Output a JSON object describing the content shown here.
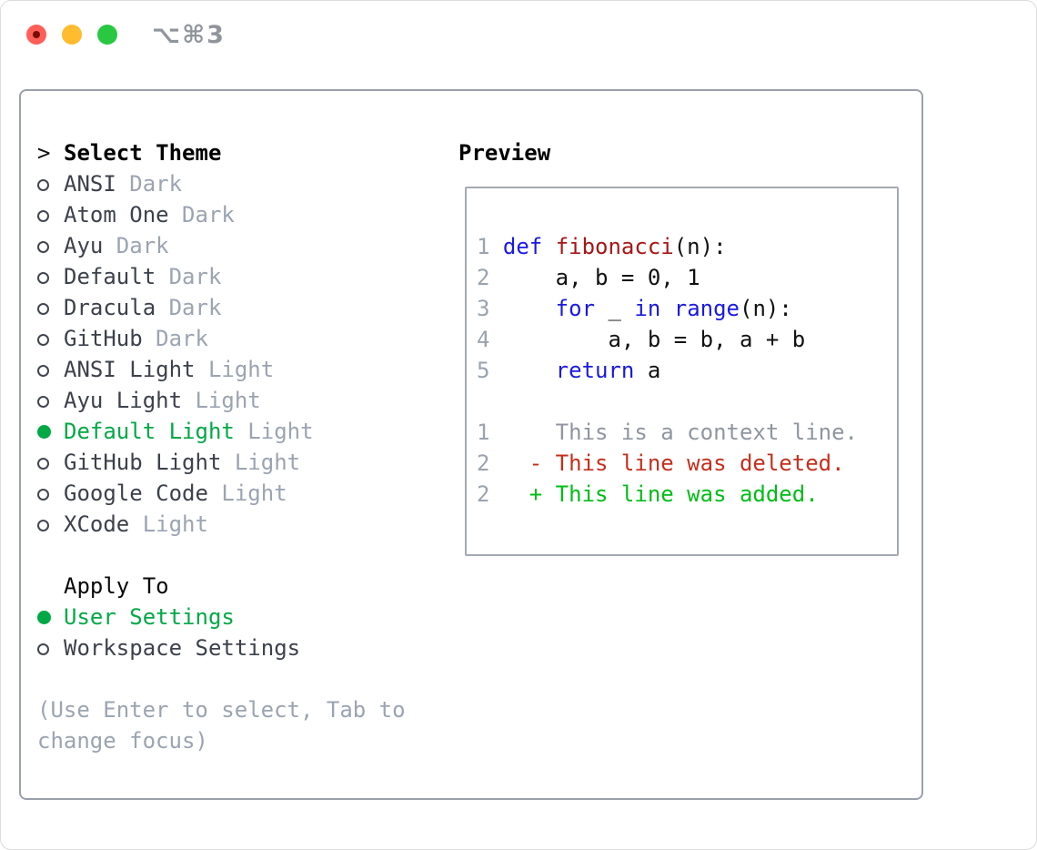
{
  "window": {
    "shortcut_label": "⌥⌘3",
    "traffic_lights": [
      "close",
      "minimize",
      "zoom"
    ]
  },
  "colors": {
    "selection_green": "#00a945",
    "added_green": "#00bd17",
    "deleted_red": "#c52f1d",
    "keyword_blue": "#1919e6",
    "function_red": "#a91616",
    "dim_gray": "#9ba4b1",
    "panel_border": "#9aa1ac",
    "traffic_red": "#ff5f57",
    "traffic_yellow": "#febc2e",
    "traffic_green": "#28c840"
  },
  "theme_selector": {
    "focus_caret": ">",
    "title": "Select Theme",
    "themes": [
      {
        "name": "ANSI",
        "tag": "Dark",
        "selected": false
      },
      {
        "name": "Atom One",
        "tag": "Dark",
        "selected": false
      },
      {
        "name": "Ayu",
        "tag": "Dark",
        "selected": false
      },
      {
        "name": "Default",
        "tag": "Dark",
        "selected": false
      },
      {
        "name": "Dracula",
        "tag": "Dark",
        "selected": false
      },
      {
        "name": "GitHub",
        "tag": "Dark",
        "selected": false
      },
      {
        "name": "ANSI Light",
        "tag": "Light",
        "selected": false
      },
      {
        "name": "Ayu Light",
        "tag": "Light",
        "selected": false
      },
      {
        "name": "Default Light",
        "tag": "Light",
        "selected": true
      },
      {
        "name": "GitHub Light",
        "tag": "Light",
        "selected": false
      },
      {
        "name": "Google Code",
        "tag": "Light",
        "selected": false
      },
      {
        "name": "XCode",
        "tag": "Light",
        "selected": false
      }
    ]
  },
  "apply_to": {
    "title": "Apply To",
    "options": [
      {
        "label": "User Settings",
        "selected": true
      },
      {
        "label": "Workspace Settings",
        "selected": false
      }
    ]
  },
  "help_lines": [
    "(Use Enter to select, Tab to",
    "change focus)"
  ],
  "preview": {
    "title": "Preview",
    "lines": [
      {
        "num": "1",
        "tokens": [
          {
            "t": "def",
            "c": "kw"
          },
          {
            "t": " ",
            "c": "plain"
          },
          {
            "t": "fibonacci",
            "c": "fn"
          },
          {
            "t": "(n):",
            "c": "plain"
          }
        ]
      },
      {
        "num": "2",
        "tokens": [
          {
            "t": "    a, b = 0, 1",
            "c": "plain"
          }
        ]
      },
      {
        "num": "3",
        "tokens": [
          {
            "t": "    ",
            "c": "plain"
          },
          {
            "t": "for",
            "c": "kw"
          },
          {
            "t": " _ ",
            "c": "plain"
          },
          {
            "t": "in",
            "c": "kw"
          },
          {
            "t": " ",
            "c": "plain"
          },
          {
            "t": "range",
            "c": "kw"
          },
          {
            "t": "(n):",
            "c": "plain"
          }
        ]
      },
      {
        "num": "4",
        "tokens": [
          {
            "t": "        a, b = b, a + b",
            "c": "plain"
          }
        ]
      },
      {
        "num": "5",
        "tokens": [
          {
            "t": "    ",
            "c": "plain"
          },
          {
            "t": "return",
            "c": "kw"
          },
          {
            "t": " a",
            "c": "plain"
          }
        ]
      },
      {
        "num": "",
        "tokens": []
      },
      {
        "num": "1",
        "tokens": [
          {
            "t": "    This is a context line.",
            "c": "ctx"
          }
        ]
      },
      {
        "num": "2",
        "tokens": [
          {
            "t": "  - This line was deleted.",
            "c": "del"
          }
        ]
      },
      {
        "num": "2",
        "tokens": [
          {
            "t": "  + This line was added.",
            "c": "add"
          }
        ]
      }
    ]
  }
}
